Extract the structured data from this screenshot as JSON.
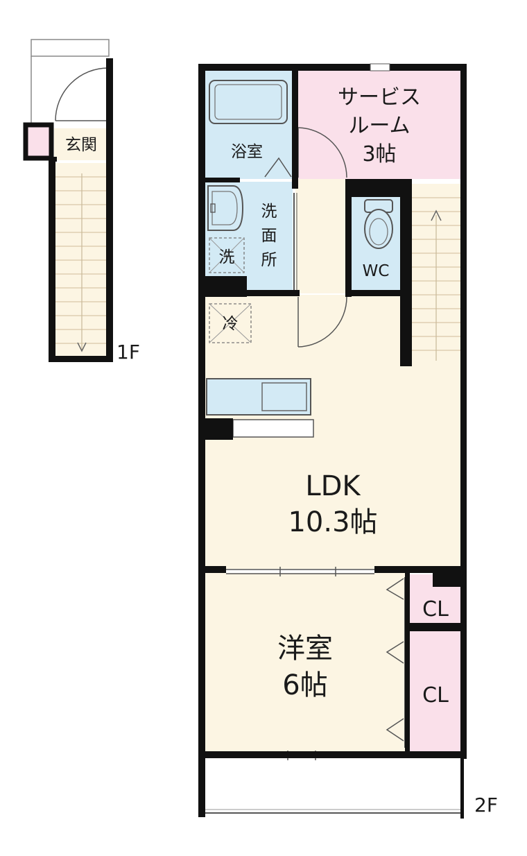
{
  "floorplan": {
    "floor1": {
      "floor_label": "1F",
      "entrance": "玄関"
    },
    "floor2": {
      "floor_label": "2F",
      "service_room": {
        "name_line1": "サービス",
        "name_line2": "ルーム",
        "size": "3帖"
      },
      "bathroom": "浴室",
      "washroom": {
        "line1": "洗",
        "line2": "面",
        "line3": "所"
      },
      "washer_mark": "洗",
      "fridge_mark": "冷",
      "toilet": "WC",
      "ldk": {
        "name": "LDK",
        "size": "10.3帖"
      },
      "western_room": {
        "name": "洋室",
        "size": "6帖"
      },
      "closet_upper": "CL",
      "closet_lower": "CL"
    },
    "colors": {
      "wall": "#111111",
      "wood_floor": "#fcf5e3",
      "wet_area": "#d3eaf5",
      "closet_pink": "#fae0ea",
      "stairs": "#fcf5e3"
    }
  }
}
